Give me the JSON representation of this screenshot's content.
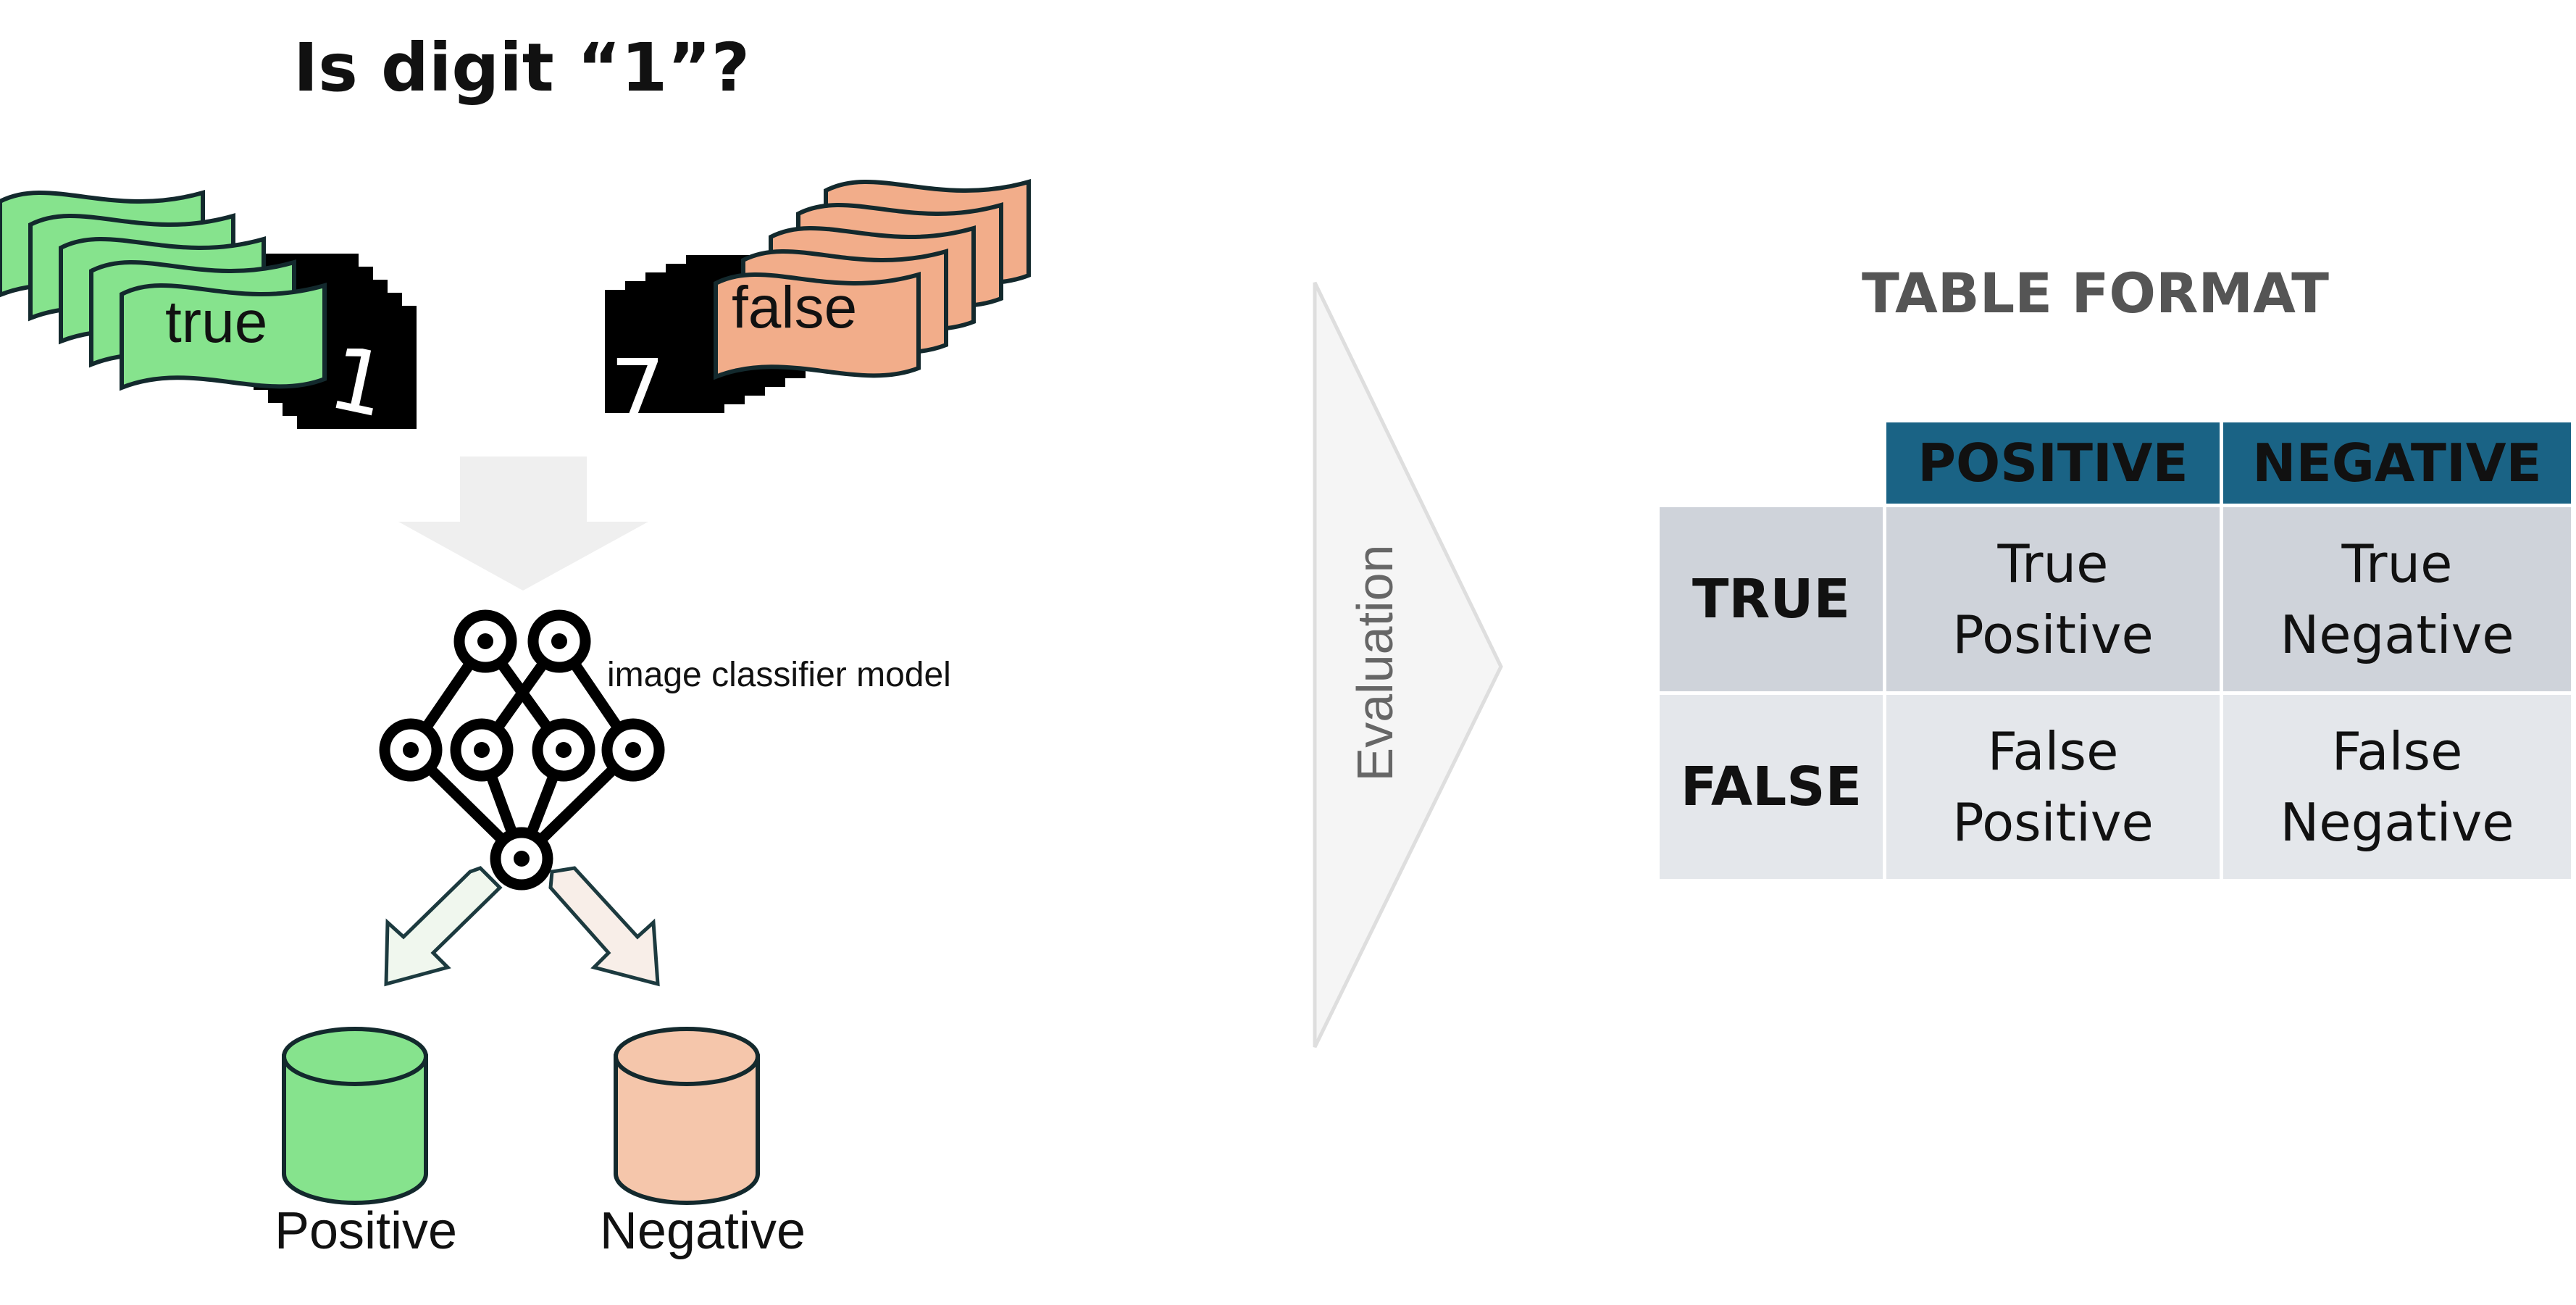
{
  "title": "Is digit “1”?",
  "cards": {
    "true_label": "true",
    "false_label": "false",
    "true_digit": "1",
    "false_digit": "7",
    "true_color": "#86e38d",
    "false_color": "#f2ad8a"
  },
  "model_label": "image classifier model",
  "outputs": {
    "positive_label": "Positive",
    "negative_label": "Negative",
    "positive_color": "#86e38d",
    "negative_color": "#f5c6ab"
  },
  "evaluation_label": "Evaluation",
  "table": {
    "title": "TABLE FORMAT",
    "col_headers": [
      "POSITIVE",
      "NEGATIVE"
    ],
    "rows": [
      {
        "header": "TRUE",
        "cells": [
          [
            "True",
            "Positive"
          ],
          [
            "True",
            "Negative"
          ]
        ]
      },
      {
        "header": "FALSE",
        "cells": [
          [
            "False",
            "Positive"
          ],
          [
            "False",
            "Negative"
          ]
        ]
      }
    ],
    "header_color": "#1a6385"
  }
}
